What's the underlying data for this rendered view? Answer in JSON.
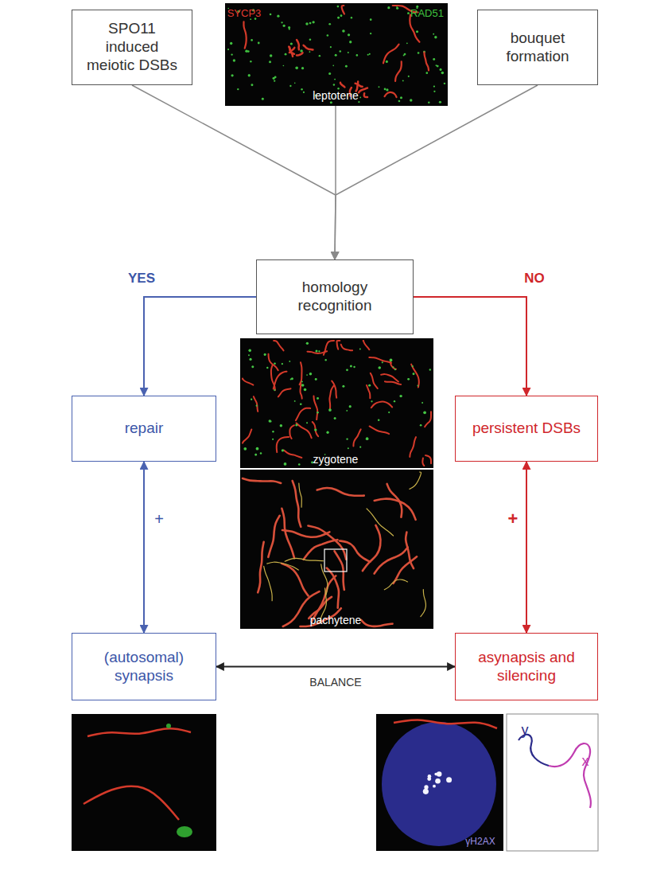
{
  "diagram": {
    "nodes": [
      {
        "text": [
          "SPO11 induced meiotic DSBs"
        ]
      },
      {
        "text": [
          "bouquet formation"
        ]
      },
      {
        "text": [
          "homology recognition"
        ]
      },
      {
        "text": [
          "repair"
        ]
      },
      {
        "text": [
          "persistent DSBs"
        ]
      },
      {
        "text": [
          "(autosomal) synapsis"
        ]
      },
      {
        "text": [
          "asynapsis and silencing"
        ]
      }
    ],
    "edges": [
      {
        "from": 0,
        "to": 2,
        "arrow": "to"
      },
      {
        "from": 1,
        "to": 2,
        "arrow": "to"
      },
      {
        "from": 2,
        "to": 3,
        "label": "YES",
        "arrow": "to"
      },
      {
        "from": 2,
        "to": 4,
        "label": "NO",
        "arrow": "to"
      },
      {
        "from": 3,
        "to": 5,
        "label": "+",
        "arrow": "both"
      },
      {
        "from": 4,
        "to": 6,
        "label": "+",
        "arrow": "both"
      },
      {
        "from": 5,
        "to": 6,
        "label": "BALANCE",
        "arrow": "both"
      }
    ],
    "labels": [
      "SYCP3",
      "RAD51",
      "leptotene",
      "zygotene",
      "pachytene",
      "γH2AX",
      "y",
      "x"
    ]
  }
}
